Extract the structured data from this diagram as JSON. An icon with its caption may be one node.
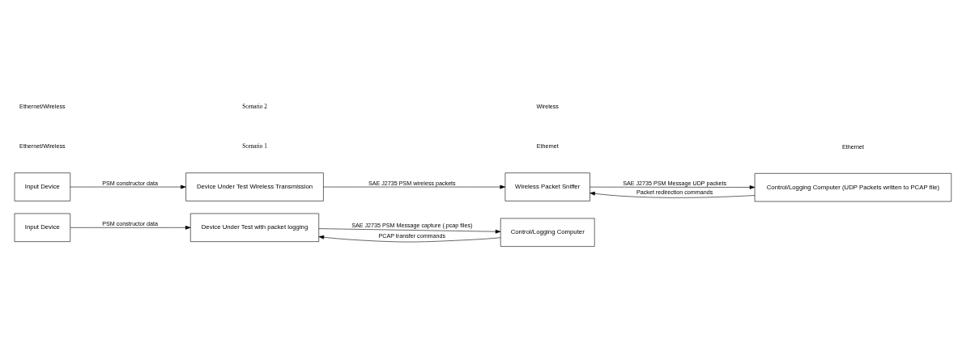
{
  "diagram": {
    "nodes": [
      {
        "text": [
          "Input Device"
        ]
      },
      {
        "text": [
          "Device Under Test with packet logging"
        ]
      },
      {
        "text": [
          "Control/Logging Computer"
        ]
      },
      {
        "text": [
          "Input Device"
        ]
      },
      {
        "text": [
          "Device Under Test Wireless Transmission"
        ]
      },
      {
        "text": [
          "Wireless Packet Sniffer"
        ]
      },
      {
        "text": [
          "Control/Logging Computer (UDP Packets written to PCAP file)"
        ]
      }
    ],
    "edges": [
      {
        "from": 0,
        "to": 1,
        "arrow": "to",
        "label": "PSM constructor data"
      },
      {
        "from": 1,
        "to": 2,
        "arrow": "to",
        "label": "SAE J2735 PSM Message capture (.pcap files)"
      },
      {
        "from": 2,
        "to": 1,
        "arrow": "to",
        "label": "PCAP transfer commands"
      },
      {
        "from": 3,
        "to": 4,
        "arrow": "to",
        "label": "PSM constructor data"
      },
      {
        "from": 4,
        "to": 5,
        "arrow": "to",
        "label": "SAE J2735 PSM wireless packets"
      },
      {
        "from": 5,
        "to": 6,
        "arrow": "to",
        "label": "SAE J2735 PSM Message UDP packets"
      },
      {
        "from": 6,
        "to": 5,
        "arrow": "to",
        "label": "Packet redirection commands"
      }
    ],
    "labels": [
      "Ethernet/Wireless",
      "Ethernet",
      "Scenario 1",
      "Ethernet/Wireless",
      "Wireless",
      "Ethernet",
      "Scenario 2"
    ]
  }
}
